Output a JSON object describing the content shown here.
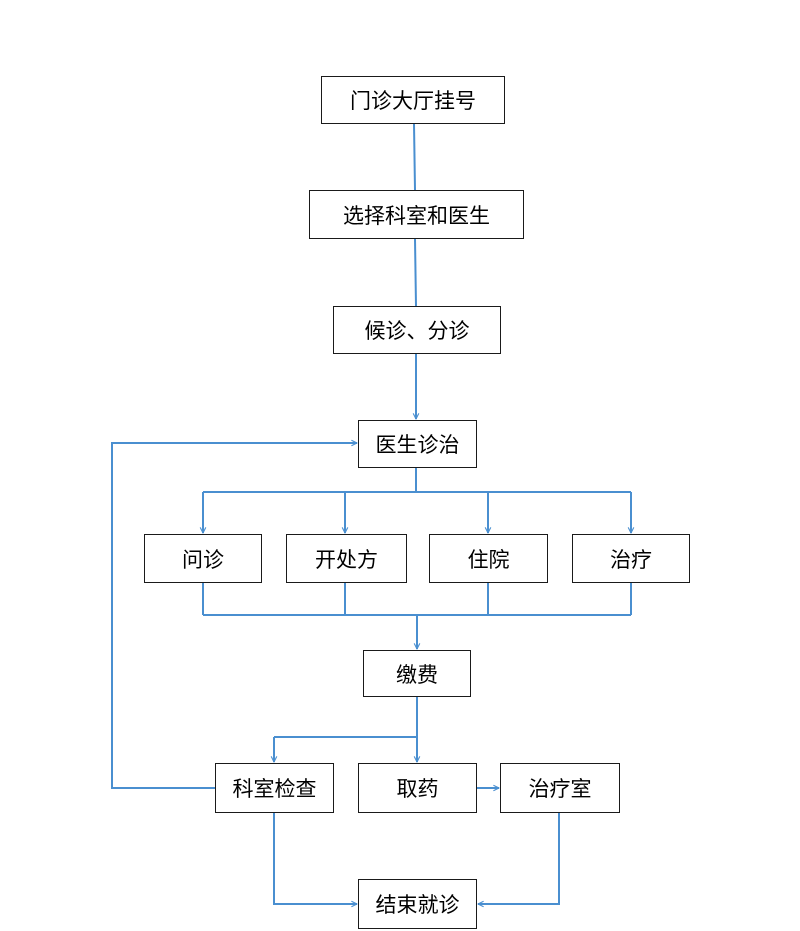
{
  "colors": {
    "connector": "#4a8fd0",
    "node_border": "#1a1a1a",
    "node_fill": "#ffffff",
    "text": "#000000"
  },
  "nodes": {
    "register": "门诊大厅挂号",
    "select_department": "选择科室和医生",
    "wait_triage": "候诊、分诊",
    "doctor_diagnosis": "医生诊治",
    "inquiry": "问诊",
    "prescription": "开处方",
    "hospitalization": "住院",
    "treatment": "治疗",
    "payment": "缴费",
    "department_exam": "科室检查",
    "get_medicine": "取药",
    "treatment_room": "治疗室",
    "end_visit": "结束就诊"
  },
  "edges": [
    {
      "from": "register",
      "to": "select_department",
      "arrow": false
    },
    {
      "from": "select_department",
      "to": "wait_triage",
      "arrow": false
    },
    {
      "from": "wait_triage",
      "to": "doctor_diagnosis",
      "arrow": true
    },
    {
      "from": "doctor_diagnosis",
      "to": "inquiry",
      "arrow": true
    },
    {
      "from": "doctor_diagnosis",
      "to": "prescription",
      "arrow": true
    },
    {
      "from": "doctor_diagnosis",
      "to": "hospitalization",
      "arrow": true
    },
    {
      "from": "doctor_diagnosis",
      "to": "treatment",
      "arrow": true
    },
    {
      "from": "inquiry",
      "to": "payment",
      "arrow": true
    },
    {
      "from": "prescription",
      "to": "payment",
      "arrow": true
    },
    {
      "from": "hospitalization",
      "to": "payment",
      "arrow": true
    },
    {
      "from": "treatment",
      "to": "payment",
      "arrow": true
    },
    {
      "from": "payment",
      "to": "department_exam",
      "arrow": true
    },
    {
      "from": "payment",
      "to": "get_medicine",
      "arrow": true
    },
    {
      "from": "get_medicine",
      "to": "treatment_room",
      "arrow": true
    },
    {
      "from": "department_exam",
      "to": "doctor_diagnosis",
      "arrow": true
    },
    {
      "from": "department_exam",
      "to": "end_visit",
      "arrow": true
    },
    {
      "from": "treatment_room",
      "to": "end_visit",
      "arrow": true
    }
  ]
}
